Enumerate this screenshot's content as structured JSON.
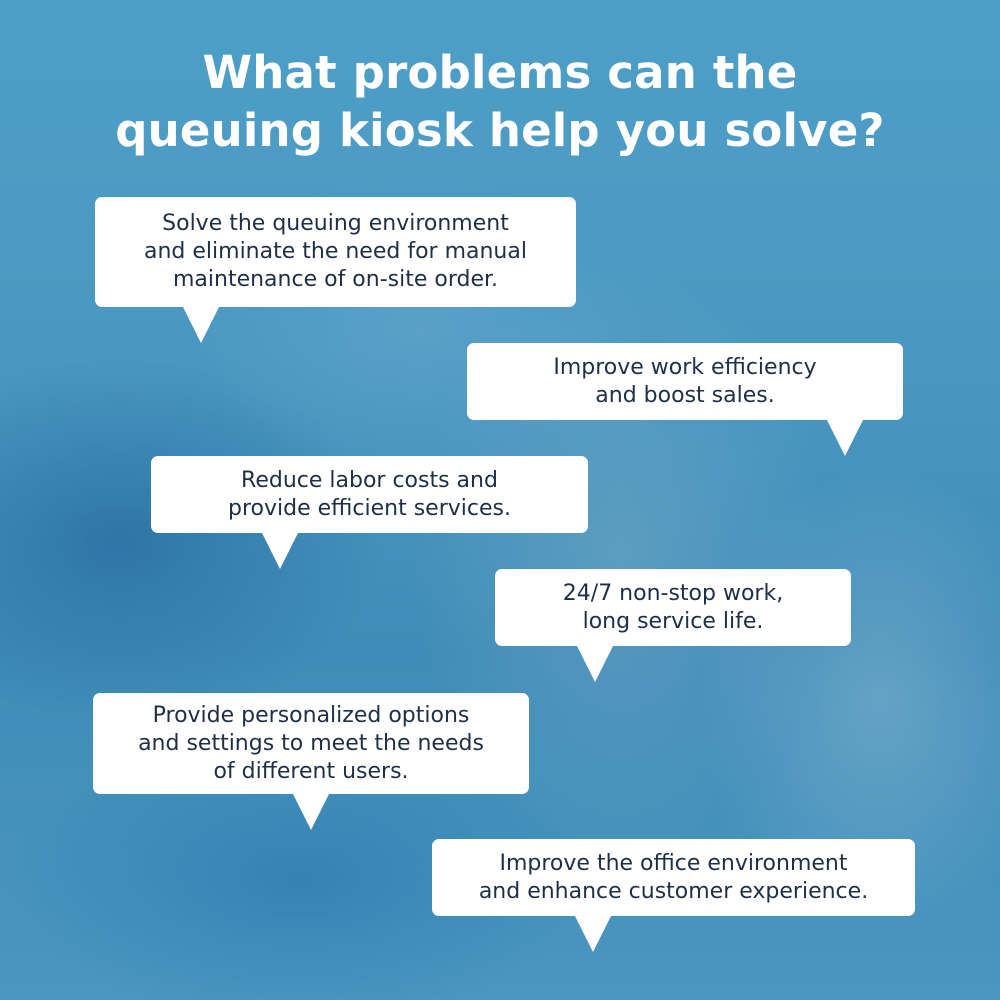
{
  "title": {
    "line1": "What problems can the",
    "line2": "queuing kiosk help you solve?"
  },
  "bubbles": [
    {
      "lines": [
        "Solve the queuing environment",
        "and eliminate the need for manual",
        "maintenance of on-site order."
      ]
    },
    {
      "lines": [
        "Improve work efficiency",
        "and boost sales."
      ]
    },
    {
      "lines": [
        "Reduce labor costs and",
        "provide efficient services."
      ]
    },
    {
      "lines": [
        "24/7 non-stop work,",
        "long service life."
      ]
    },
    {
      "lines": [
        "Provide personalized options",
        "and settings to meet the needs",
        "of different users."
      ]
    },
    {
      "lines": [
        "Improve the office environment",
        "and enhance customer experience."
      ]
    }
  ],
  "colors": {
    "background": "#4a98c1",
    "bubble": "#ffffff",
    "bubble_text": "#1f2f46",
    "title_text": "#ffffff"
  }
}
